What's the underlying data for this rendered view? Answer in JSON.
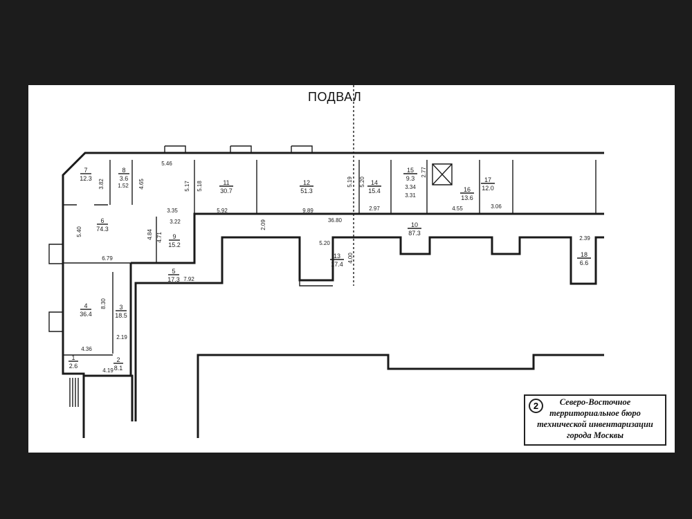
{
  "title": "ПОДВАЛ",
  "stamp": {
    "number": "2",
    "lines": [
      "Северо-Восточное",
      "территориальное бюро",
      "технической инвентаризации",
      "города Москвы"
    ]
  },
  "rooms": [
    {
      "id": "1",
      "number": "1",
      "area": "2.6"
    },
    {
      "id": "2",
      "number": "2",
      "area": "8.1"
    },
    {
      "id": "3",
      "number": "3",
      "area": "18.5"
    },
    {
      "id": "4",
      "number": "4",
      "area": "36.4"
    },
    {
      "id": "5",
      "number": "5",
      "area": "17.3"
    },
    {
      "id": "6",
      "number": "6",
      "area": "74.3"
    },
    {
      "id": "7",
      "number": "7",
      "area": "12.3"
    },
    {
      "id": "8",
      "number": "8",
      "area": "3.6"
    },
    {
      "id": "9",
      "number": "9",
      "area": "15.2"
    },
    {
      "id": "10",
      "number": "10",
      "area": "87.3"
    },
    {
      "id": "11",
      "number": "11",
      "area": "30.7"
    },
    {
      "id": "12",
      "number": "12",
      "area": "51.3"
    },
    {
      "id": "13",
      "number": "13",
      "area": "17.4"
    },
    {
      "id": "14",
      "number": "14",
      "area": "15.4"
    },
    {
      "id": "15",
      "number": "15",
      "area": "9.3"
    },
    {
      "id": "16",
      "number": "16",
      "area": "13.6"
    },
    {
      "id": "17",
      "number": "17",
      "area": "12.0"
    },
    {
      "id": "18",
      "number": "18",
      "area": "6.6"
    }
  ],
  "dimensions": [
    {
      "id": "d1",
      "value": "5.46"
    },
    {
      "id": "d2",
      "value": "3.82"
    },
    {
      "id": "d3",
      "value": "1.52"
    },
    {
      "id": "d4",
      "value": "4.65"
    },
    {
      "id": "d5",
      "value": "5.17"
    },
    {
      "id": "d6",
      "value": "5.18"
    },
    {
      "id": "d7",
      "value": "5.40"
    },
    {
      "id": "d8",
      "value": "3.35"
    },
    {
      "id": "d9",
      "value": "5.92"
    },
    {
      "id": "d10",
      "value": "9.89"
    },
    {
      "id": "d11",
      "value": "3.22"
    },
    {
      "id": "d12",
      "value": "4.71"
    },
    {
      "id": "d13",
      "value": "4.84"
    },
    {
      "id": "d14",
      "value": "2.09"
    },
    {
      "id": "d15",
      "value": "36.80"
    },
    {
      "id": "d16",
      "value": "6.79"
    },
    {
      "id": "d17",
      "value": "7.92"
    },
    {
      "id": "d18",
      "value": "8.30"
    },
    {
      "id": "d19",
      "value": "2.19"
    },
    {
      "id": "d20",
      "value": "4.36"
    },
    {
      "id": "d21",
      "value": "4.19"
    },
    {
      "id": "d22",
      "value": "5.19"
    },
    {
      "id": "d23",
      "value": "5.20"
    },
    {
      "id": "d24",
      "value": "2.97"
    },
    {
      "id": "d25",
      "value": "3.34"
    },
    {
      "id": "d26",
      "value": "3.31"
    },
    {
      "id": "d27",
      "value": "2.77"
    },
    {
      "id": "d28",
      "value": "4.55"
    },
    {
      "id": "d29",
      "value": "3.06"
    },
    {
      "id": "d30",
      "value": "5.20"
    },
    {
      "id": "d31",
      "value": "4.00"
    },
    {
      "id": "d32",
      "value": "2.39"
    }
  ]
}
